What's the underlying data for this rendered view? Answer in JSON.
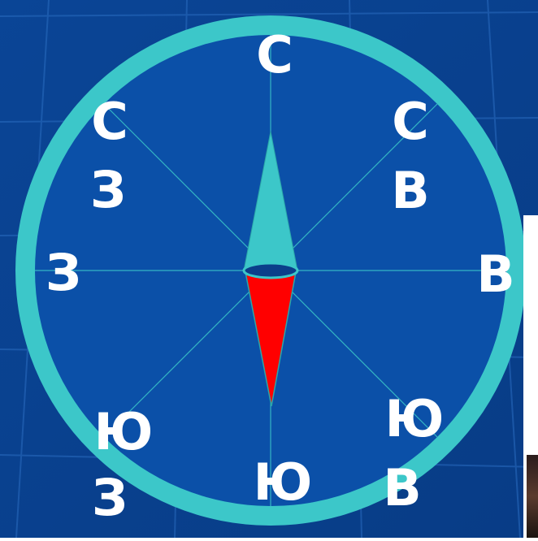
{
  "compass": {
    "labels": {
      "n": "С",
      "e": "В",
      "s": "Ю",
      "w": "З",
      "ne": [
        "С",
        "В"
      ],
      "nw": [
        "С",
        "З"
      ],
      "se": [
        "Ю",
        "В"
      ],
      "sw": [
        "Ю",
        "З"
      ]
    },
    "colors": {
      "background": "#0a3f8c",
      "dial_face": "#0b50a8",
      "ring": "#3cc7c9",
      "north_needle": "#3cc7c9",
      "south_needle": "#ff0000",
      "label_text": "#ffffff"
    }
  }
}
